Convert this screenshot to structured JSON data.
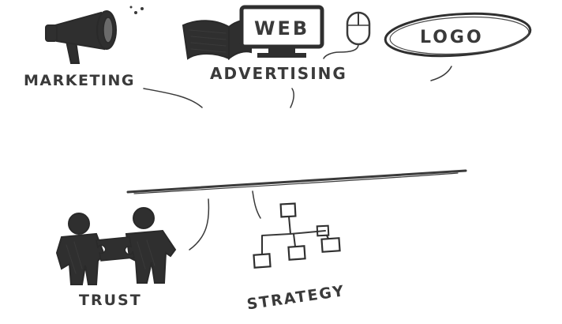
{
  "labels": {
    "marketing": "MARKETING",
    "web": "WEB",
    "advertising": "ADVERTISING",
    "logo": "LOGO",
    "trust": "TRUST",
    "strategy": "STRATEGY"
  },
  "icons": {
    "megaphone": "megaphone-icon",
    "open_book": "open-book-icon",
    "monitor": "monitor-icon",
    "mouse": "computer-mouse-icon",
    "handshake": "handshake-icon",
    "flowchart": "flowchart-icon"
  },
  "colors": {
    "ink": "#3a3a3a",
    "background": "#ffffff"
  }
}
